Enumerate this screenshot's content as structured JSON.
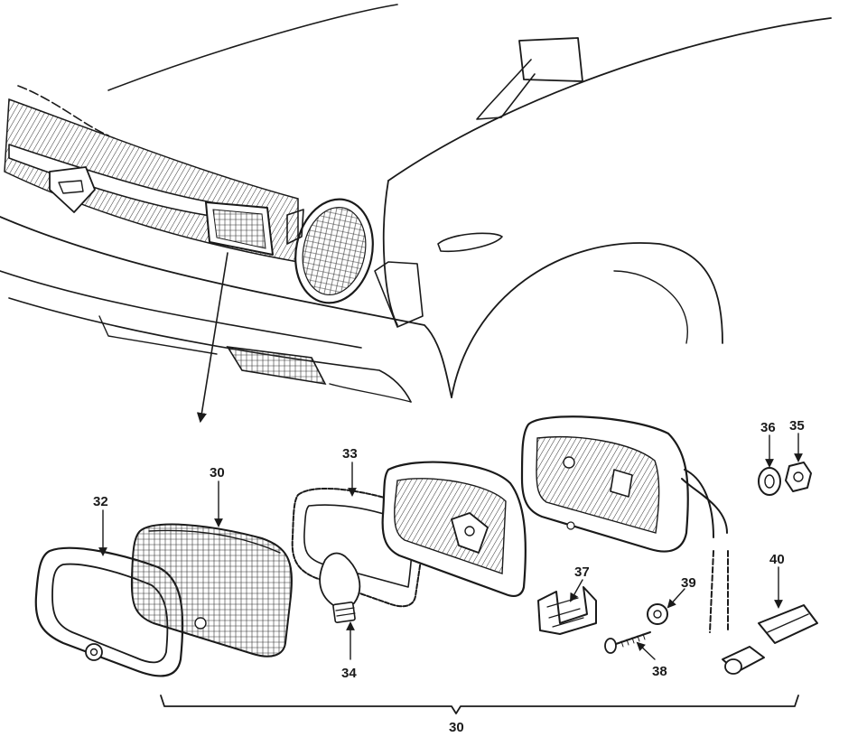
{
  "labels": {
    "grille_lamp": "30",
    "lamp_bezel": "32",
    "lamp_lens": "30",
    "gasket": "33",
    "bulb": "34",
    "assembly_total": "30",
    "nut": "35",
    "washer": "36",
    "bracket": "37",
    "screw": "38",
    "grommet": "39",
    "connector": "40"
  },
  "colors": {
    "ink": "#1a1a1a",
    "paper": "#ffffff"
  }
}
